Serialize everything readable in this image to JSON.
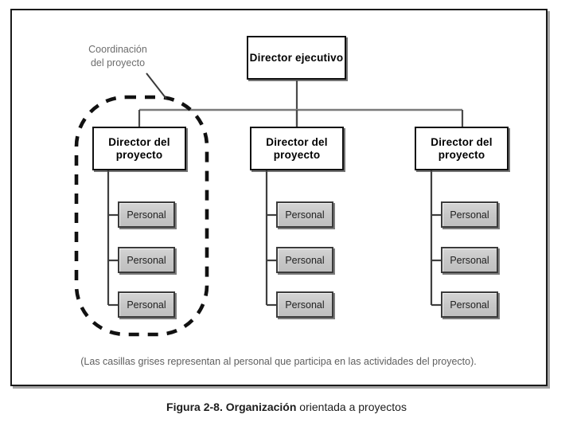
{
  "figure": {
    "caption_bold": "Figura 2-8. Organización",
    "caption_rest": " orientada a proyectos",
    "note": "(Las casillas grises representan al personal que participa en las actividades del proyecto).",
    "annotation": "Coordinación\ndel proyecto"
  },
  "colors": {
    "frame_border": "#1a1a1a",
    "box_border": "#111111",
    "staff_fill": "#c6c6c6",
    "staff_border": "#3b3b3b",
    "connector": "#4a4a4a",
    "boundary_dash": "#111111",
    "annotation_text": "#6d6d6d",
    "note_text": "#5f5f5f"
  },
  "chart_data": {
    "type": "diagram",
    "title": "Figura 2-8. Organización orientada a proyectos",
    "diagram_kind": "organizational-chart",
    "root": {
      "label": "Director ejecutivo",
      "style": "white-box"
    },
    "branches": [
      {
        "manager": "Director del proyecto",
        "staff": [
          "Personal",
          "Personal",
          "Personal"
        ],
        "highlighted": true,
        "highlight_label": "Coordinación del proyecto"
      },
      {
        "manager": "Director del proyecto",
        "staff": [
          "Personal",
          "Personal",
          "Personal"
        ],
        "highlighted": false
      },
      {
        "manager": "Director del proyecto",
        "staff": [
          "Personal",
          "Personal",
          "Personal"
        ],
        "highlighted": false
      }
    ],
    "legend": "(Las casillas grises representan al personal que participa en las actividades del proyecto)."
  },
  "nodes": {
    "executive": "Director ejecutivo",
    "manager1": "Director del proyecto",
    "manager2": "Director del proyecto",
    "manager3": "Director del proyecto",
    "staff1a": "Personal",
    "staff1b": "Personal",
    "staff1c": "Personal",
    "staff2a": "Personal",
    "staff2b": "Personal",
    "staff2c": "Personal",
    "staff3a": "Personal",
    "staff3b": "Personal",
    "staff3c": "Personal"
  }
}
